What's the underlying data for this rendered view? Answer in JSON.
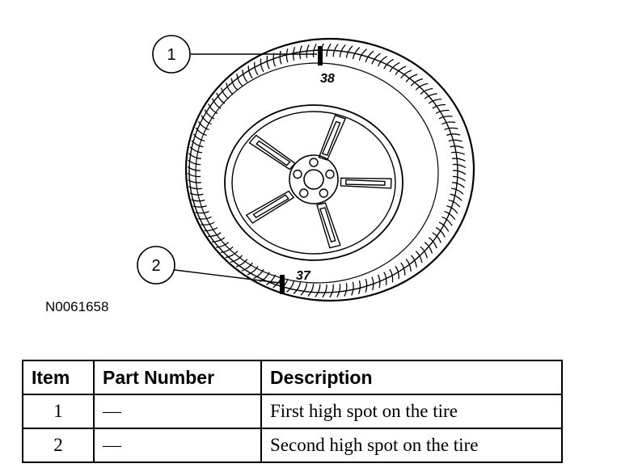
{
  "figure": {
    "callouts": [
      {
        "number": "1",
        "mark_label": "38"
      },
      {
        "number": "2",
        "mark_label": "37"
      }
    ],
    "figure_code": "N0061658"
  },
  "table": {
    "headers": [
      "Item",
      "Part Number",
      "Description"
    ],
    "rows": [
      {
        "item": "1",
        "part_number": "—",
        "description": "First high spot on the tire"
      },
      {
        "item": "2",
        "part_number": "—",
        "description": "Second high spot on the tire"
      }
    ]
  }
}
